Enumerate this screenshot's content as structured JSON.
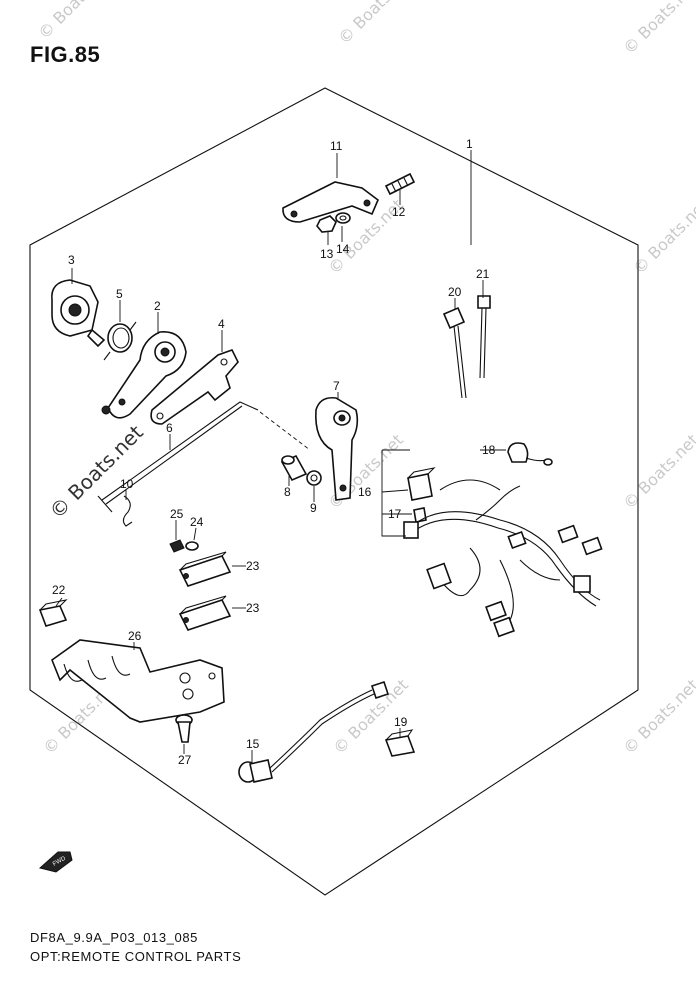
{
  "figure": {
    "title": "FIG.85"
  },
  "captions": {
    "code": "DF8A_9.9A_P03_013_085",
    "name": "OPT:REMOTE CONTROL PARTS"
  },
  "watermark": {
    "text": "© Boats.net"
  },
  "fwd_label": "FWD",
  "callouts": {
    "c1": "1",
    "c2": "2",
    "c3": "3",
    "c4": "4",
    "c5": "5",
    "c6": "6",
    "c7": "7",
    "c8": "8",
    "c9": "9",
    "c10": "10",
    "c11": "11",
    "c12": "12",
    "c13": "13",
    "c14": "14",
    "c15": "15",
    "c16": "16",
    "c17": "17",
    "c18": "18",
    "c19": "19",
    "c20": "20",
    "c21": "21",
    "c22": "22",
    "c23a": "23",
    "c23b": "23",
    "c24": "24",
    "c25": "25",
    "c26": "26",
    "c27": "27"
  }
}
